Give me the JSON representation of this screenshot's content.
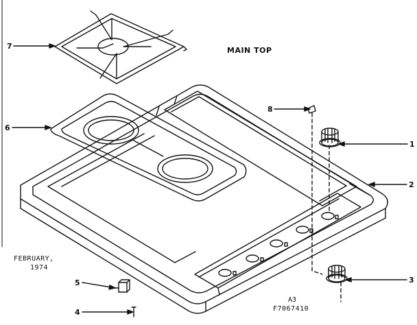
{
  "title": "MAIN TOP",
  "date": {
    "line1": "FEBRUARY,",
    "line2": "1974"
  },
  "drawing_code": {
    "line1": "A3",
    "line2": "F7067410"
  },
  "callouts": {
    "grate": "7",
    "burner_plate": "6",
    "clip_top": "8",
    "knob_upper": "1",
    "main_top": "2",
    "knob_lower": "3",
    "clip_small": "5",
    "screw": "4"
  },
  "colors": {
    "ink": "#111111",
    "paper": "#ffffff"
  }
}
